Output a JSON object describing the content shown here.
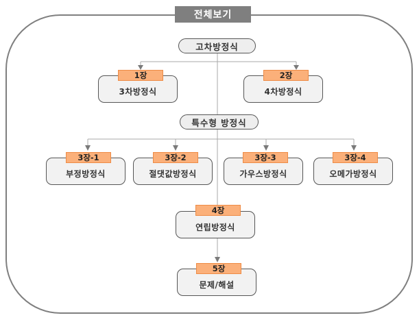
{
  "title": "전체보기",
  "colors": {
    "frame": "#7f7f7f",
    "tag_fill": "#fbb07a",
    "tag_border": "#ee8b45",
    "card_fill": "#f2f2f2",
    "connector": "#a0a0a0"
  },
  "groups": [
    {
      "heading": "고차방정식",
      "chapters": [
        {
          "tag": "1장",
          "label": "3차방정식"
        },
        {
          "tag": "2장",
          "label": "4차방정식"
        }
      ]
    },
    {
      "heading": "특수형 방정식",
      "chapters": [
        {
          "tag": "3장-1",
          "label": "부정방정식"
        },
        {
          "tag": "3장-2",
          "label": "절댓값방정식"
        },
        {
          "tag": "3장-3",
          "label": "가우스방정식"
        },
        {
          "tag": "3장-4",
          "label": "오메가방정식"
        }
      ]
    }
  ],
  "chapters_main": [
    {
      "tag": "4장",
      "label": "연립방정식"
    },
    {
      "tag": "5장",
      "label": "문제/해설"
    }
  ]
}
